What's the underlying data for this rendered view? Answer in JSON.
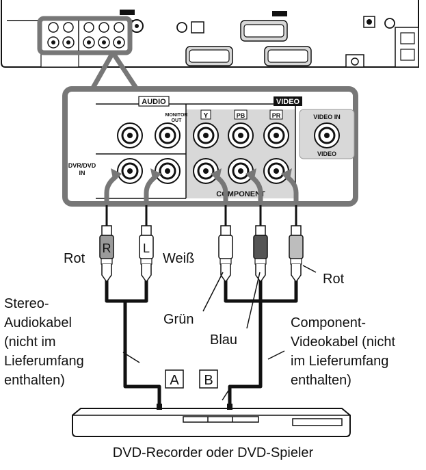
{
  "panel": {
    "audio_header": "AUDIO",
    "video_header": "VIDEO",
    "monitor_out": "MONITOR\nOUT",
    "y_label": "Y",
    "pb_label": "PB",
    "pr_label": "PR",
    "video_in_top": "VIDEO IN",
    "video_in_bottom": "VIDEO",
    "dvr_dvd_in": "DVR/DVD\nIN",
    "component_label": "COMPONENT"
  },
  "plugs": {
    "r_letter": "R",
    "l_letter": "L"
  },
  "labels": {
    "rot_left": "Rot",
    "weiss": "Weiß",
    "rot_right": "Rot",
    "gruen": "Grün",
    "blau": "Blau",
    "stereo_cable": [
      "Stereo-",
      "Audiokabel",
      "(nicht im",
      "Lieferumfang",
      "enthalten)"
    ],
    "component_cable": [
      "Component-",
      "Videokabel (nicht",
      "im Lieferumfang",
      "enthalten)"
    ],
    "box_a": "A",
    "box_b": "B",
    "device": "DVD-Recorder oder DVD-Spieler"
  }
}
